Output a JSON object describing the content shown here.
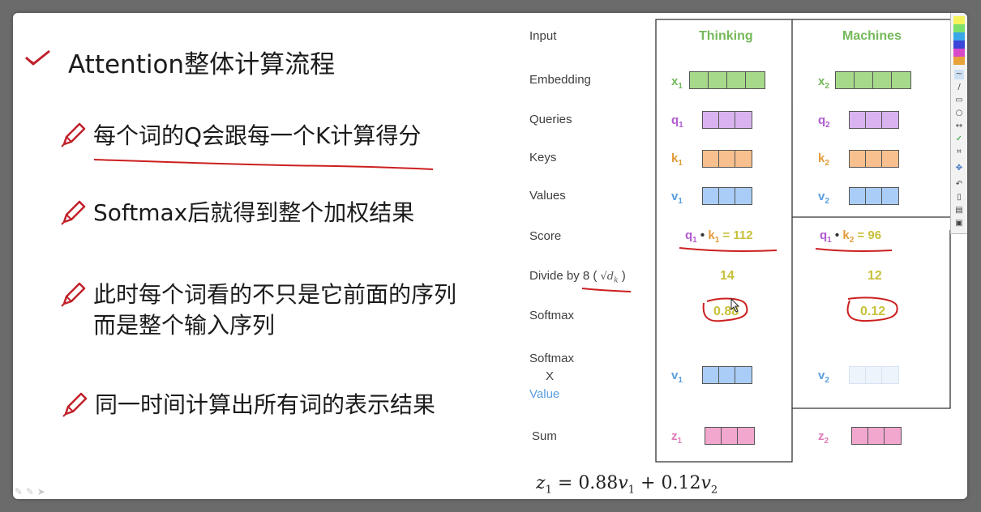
{
  "slide": {
    "title": "Attention整体计算流程",
    "bullets": [
      "每个词的Q会跟每一个K计算得分",
      "Softmax后就得到整个加权结果",
      "此时每个词看的不只是它前面的序列",
      "而是整个输入序列",
      "同一时间计算出所有词的表示结果"
    ]
  },
  "figure": {
    "row_labels": {
      "input": "Input",
      "embedding": "Embedding",
      "queries": "Queries",
      "keys": "Keys",
      "values": "Values",
      "score": "Score",
      "divide_prefix": "Divide by 8 (",
      "divide_sqrt": "√d",
      "divide_sub": "k",
      "divide_suffix": ")",
      "softmax": "Softmax",
      "softmax_x_line1": "Softmax",
      "softmax_x_line2": "X",
      "softmax_x_line3": "Value",
      "sum": "Sum"
    },
    "columns": [
      {
        "word": "Thinking",
        "x": "x",
        "x_sub": "1",
        "q": "q",
        "q_sub": "1",
        "k": "k",
        "k_sub": "1",
        "v": "v",
        "v_sub": "1",
        "score_q": "q",
        "score_q_sub": "1",
        "score_k": "k",
        "score_k_sub": "1",
        "score_value": "112",
        "divided": "14",
        "softmax": "0.88",
        "wv": "v",
        "wv_sub": "1",
        "z": "z",
        "z_sub": "1"
      },
      {
        "word": "Machines",
        "x": "x",
        "x_sub": "2",
        "q": "q",
        "q_sub": "2",
        "k": "k",
        "k_sub": "2",
        "v": "v",
        "v_sub": "2",
        "score_q": "q",
        "score_q_sub": "1",
        "score_k": "k",
        "score_k_sub": "2",
        "score_value": "96",
        "divided": "12",
        "softmax": "0.12",
        "wv": "v",
        "wv_sub": "2",
        "z": "z",
        "z_sub": "2"
      }
    ],
    "score_dot": "•",
    "score_eq": "=",
    "formula": {
      "lhs": "z",
      "lhs_sub": "1",
      "eq": "=",
      "c1": "0.88",
      "v1": "v",
      "v1_sub": "1",
      "plus": "+",
      "c2": "0.12",
      "v2": "v",
      "v2_sub": "2"
    },
    "colors": {
      "embedding": "#a6d98a",
      "query": "#d9b3f0",
      "key": "#f7c08e",
      "value": "#a9cdf7",
      "value_faded": "#eef4fb",
      "sum": "#f2a7cf",
      "green_text": "#74b85a",
      "purple_text": "#b25ad1",
      "orange_text": "#e49a38",
      "blue_text": "#5a9ee0",
      "pink_text": "#e07bb8",
      "yellow_text": "#c7c03a",
      "annotation_red": "#cc1f1f"
    }
  },
  "palette_icons": [
    "color-swatches-icon",
    "squiggle-icon",
    "line-icon",
    "rectangle-icon",
    "ellipse-icon",
    "arrow-icon",
    "check-icon",
    "crop-icon",
    "move-icon",
    "undo-icon",
    "document-icon",
    "print-icon",
    "image-icon"
  ]
}
